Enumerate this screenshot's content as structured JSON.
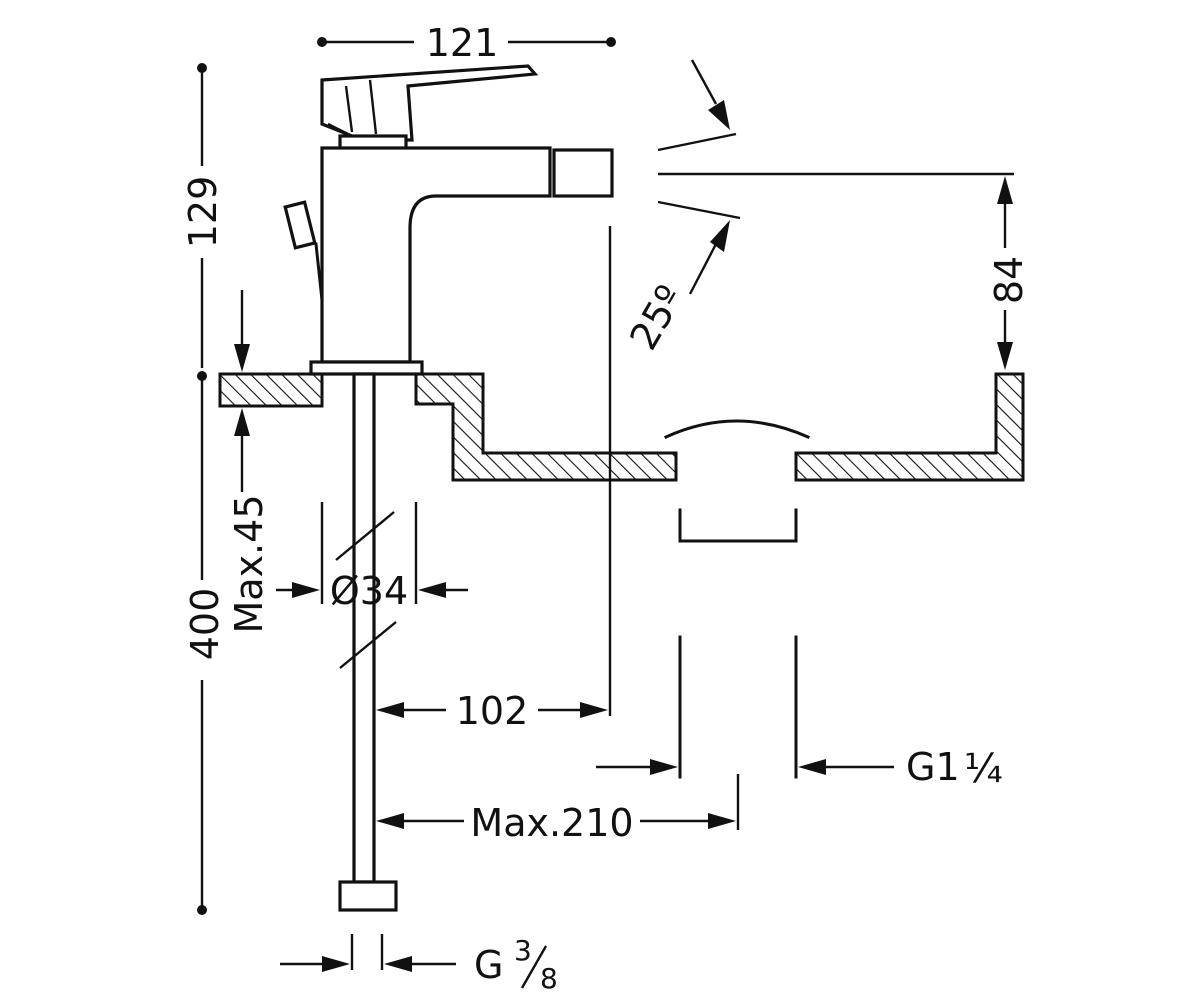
{
  "dimensions": {
    "width_top": "121",
    "height_outlet": "129",
    "total_height": "400",
    "max_deck": "Max.45",
    "hole_diameter": "Ø34",
    "angle": "25º",
    "outlet_to_rim": "84",
    "spout_reach": "102",
    "max_reach": "Max.210",
    "drain_thread": {
      "main": "G1",
      "fraction": "¼"
    },
    "supply_thread": {
      "main": "G",
      "num": "3",
      "den": "8"
    }
  }
}
